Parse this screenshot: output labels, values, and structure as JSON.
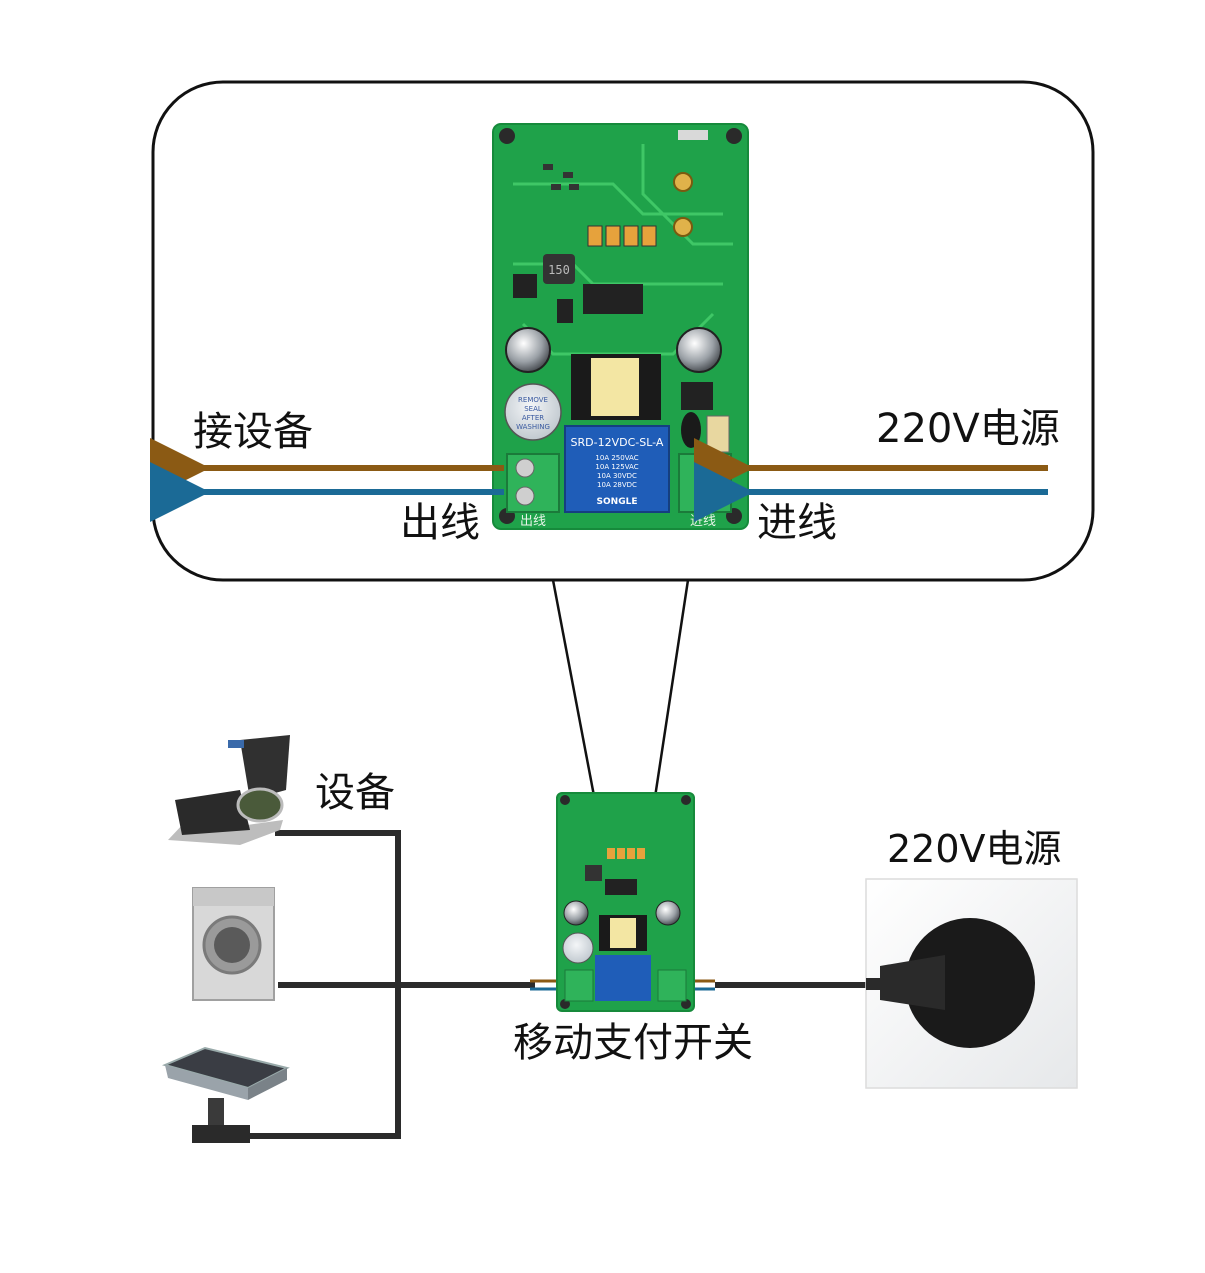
{
  "callout": {
    "label_to_device": "接设备",
    "label_power": "220V电源",
    "label_out": "出线",
    "label_in": "进线"
  },
  "pcb": {
    "relay_text": "SRD-12VDC-SL-A",
    "relay_ratings": [
      "10A 250VAC",
      "10A 125VAC",
      "10A 30VDC",
      "10A 28VDC"
    ],
    "relay_brand": "SONGLE",
    "buzzer_text": [
      "REMOVE",
      "SEAL",
      "AFTER",
      "WASHING"
    ],
    "inductor_text": "150",
    "silk_out": "出线",
    "silk_in": "进线"
  },
  "bottom": {
    "label_device": "设备",
    "label_power": "220V电源",
    "label_switch": "移动支付开关"
  },
  "colors": {
    "brown_wire": "#8b5a14",
    "blue_wire": "#1b6a96",
    "pcb_green": "#1fa24a",
    "cable": "#2b2b2b"
  }
}
